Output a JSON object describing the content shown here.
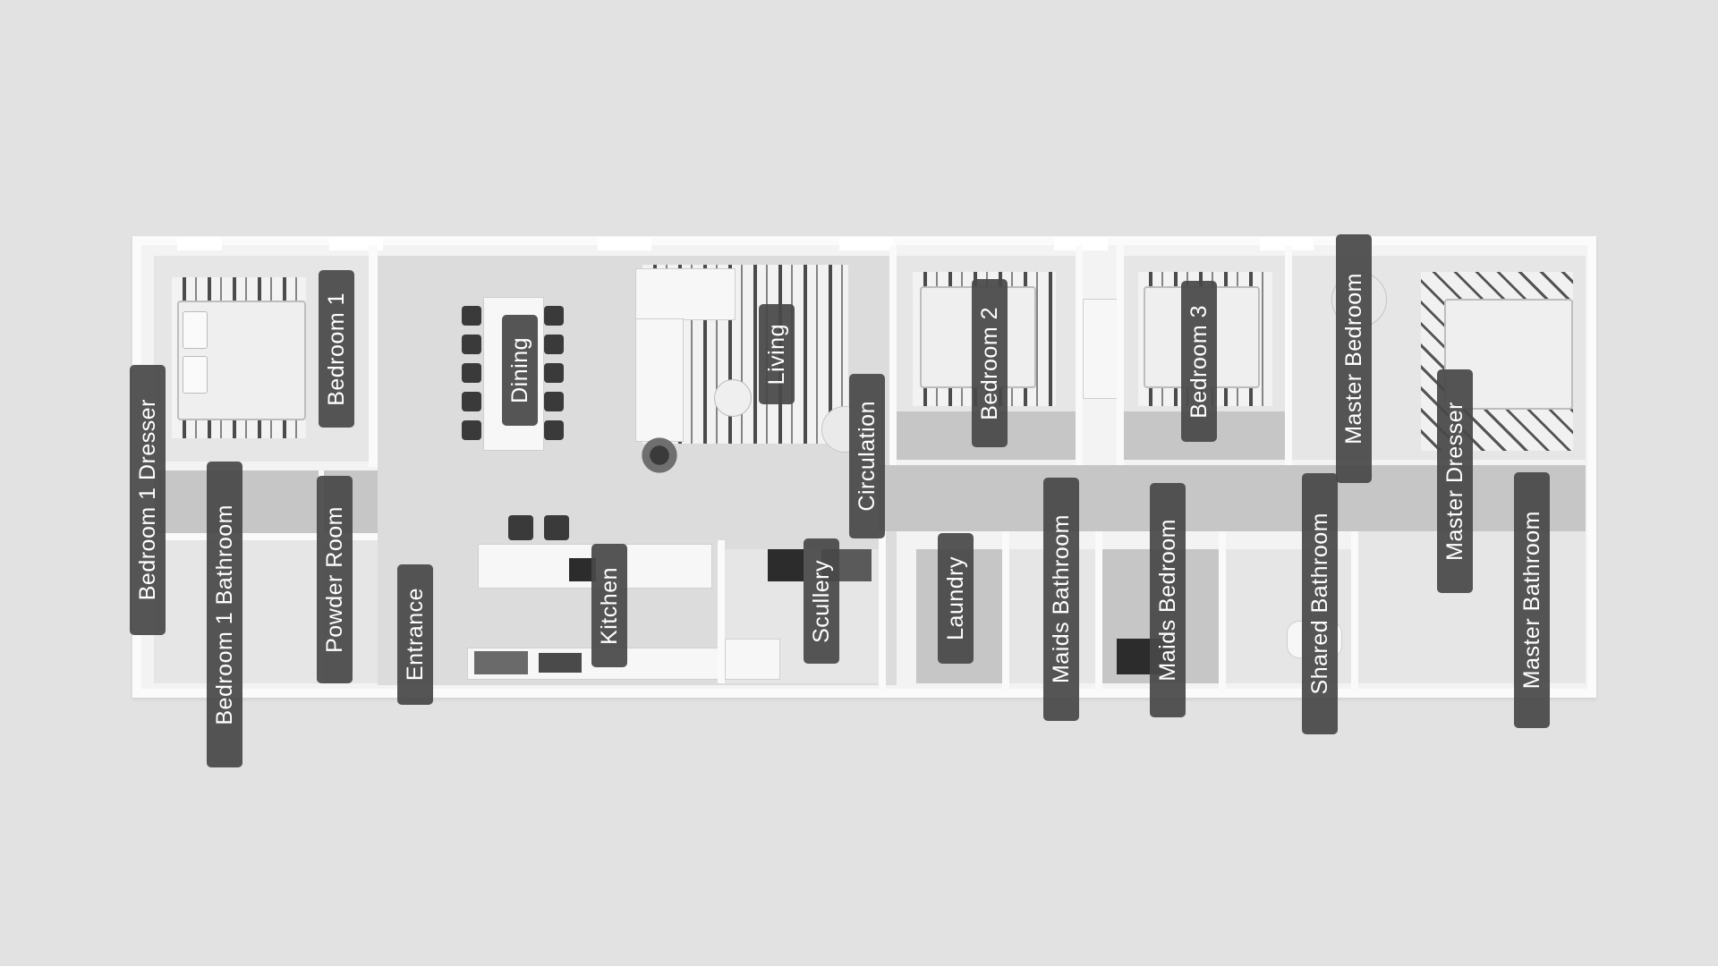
{
  "colors": {
    "background": "#e2e2e2",
    "label_fill": "#484848",
    "label_text": "#ffffff"
  },
  "rooms": [
    {
      "label": "Bedroom 1 Dresser"
    },
    {
      "label": "Bedroom 1 Bathroom"
    },
    {
      "label": "Bedroom 1"
    },
    {
      "label": "Powder Room"
    },
    {
      "label": "Entrance"
    },
    {
      "label": "Dining"
    },
    {
      "label": "Kitchen"
    },
    {
      "label": "Living"
    },
    {
      "label": "Scullery"
    },
    {
      "label": "Circulation"
    },
    {
      "label": "Laundry"
    },
    {
      "label": "Bedroom 2"
    },
    {
      "label": "Maids Bathroom"
    },
    {
      "label": "Maids Bedroom"
    },
    {
      "label": "Bedroom 3"
    },
    {
      "label": "Shared Bathroom"
    },
    {
      "label": "Master Bedroom"
    },
    {
      "label": "Master Dresser"
    },
    {
      "label": "Master Bathroom"
    }
  ]
}
